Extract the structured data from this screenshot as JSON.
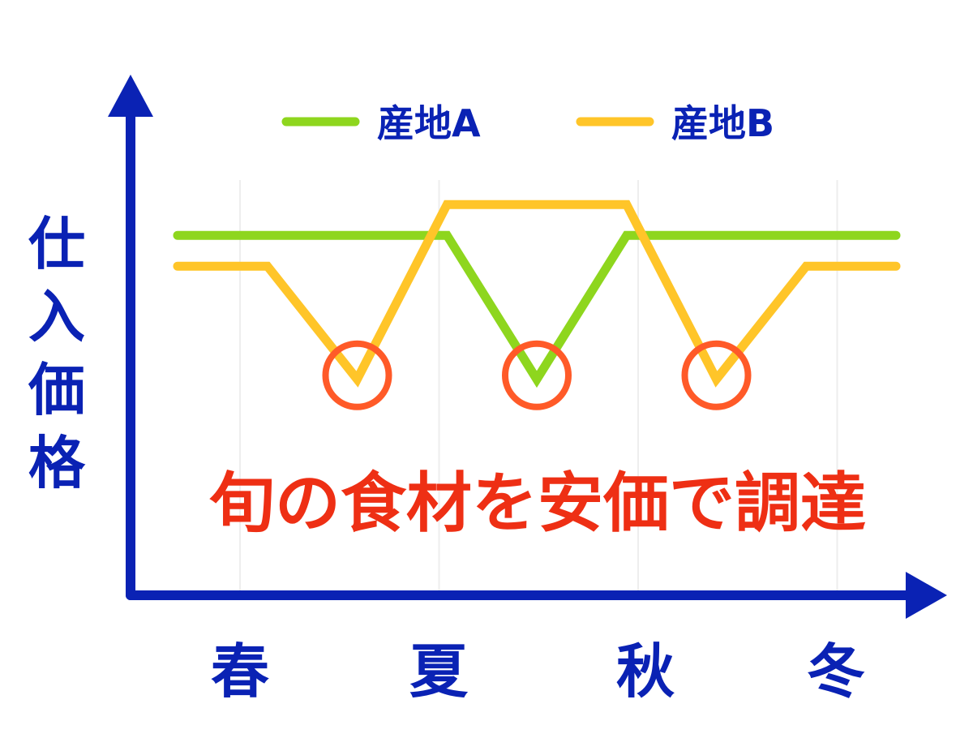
{
  "chart_data": {
    "type": "line",
    "ylabel": "仕入価格",
    "xlabel": "",
    "categories": [
      "春",
      "夏",
      "秋",
      "冬"
    ],
    "x_range": [
      0,
      4
    ],
    "ylim": [
      0,
      10
    ],
    "grid": true,
    "legend_position": "top",
    "series": [
      {
        "name": "産地A",
        "color": "#8ed61e",
        "points": [
          {
            "x": 0.0,
            "y": 7.0
          },
          {
            "x": 1.5,
            "y": 7.0
          },
          {
            "x": 2.0,
            "y": 4.2
          },
          {
            "x": 2.5,
            "y": 7.0
          },
          {
            "x": 4.0,
            "y": 7.0
          }
        ]
      },
      {
        "name": "産地B",
        "color": "#ffc529",
        "points": [
          {
            "x": 0.0,
            "y": 6.4
          },
          {
            "x": 0.5,
            "y": 6.4
          },
          {
            "x": 1.0,
            "y": 4.2
          },
          {
            "x": 1.5,
            "y": 7.6
          },
          {
            "x": 2.5,
            "y": 7.6
          },
          {
            "x": 3.0,
            "y": 4.2
          },
          {
            "x": 3.5,
            "y": 6.4
          },
          {
            "x": 4.0,
            "y": 6.4
          }
        ]
      }
    ],
    "highlights": [
      {
        "x": 1.0,
        "y": 4.2
      },
      {
        "x": 2.0,
        "y": 4.2
      },
      {
        "x": 3.0,
        "y": 4.2
      }
    ],
    "annotation": "旬の食材を安価で調達",
    "colors": {
      "axis": "#0a22b4",
      "highlight": "#ff5a28",
      "annotation": "#ee2f14",
      "grid": "#eeeeee"
    }
  }
}
